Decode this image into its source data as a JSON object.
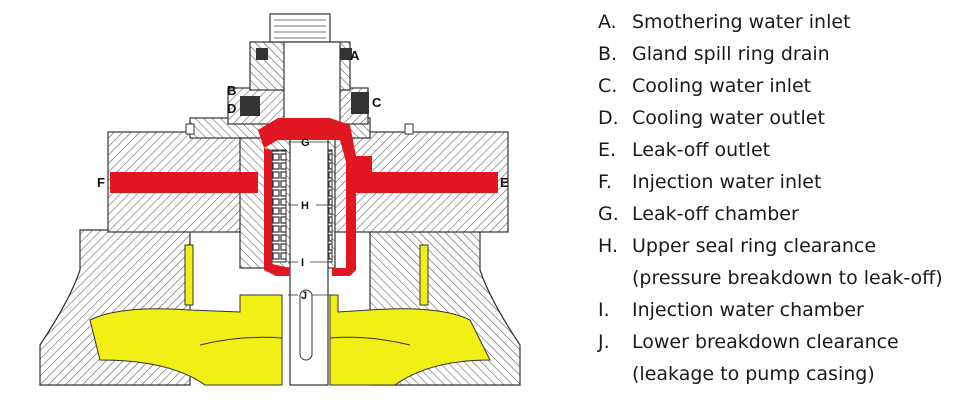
{
  "colors": {
    "highlight_red": "#e01620",
    "impeller_yellow": "#f2ef16",
    "metal_hatch": "#444444",
    "background": "#ffffff"
  },
  "diagram": {
    "labels": {
      "A": "A",
      "B": "B",
      "C": "C",
      "D": "D",
      "E": "E",
      "F": "F",
      "G": "G",
      "H": "H",
      "I": "I",
      "J": "J"
    }
  },
  "legend": {
    "items": [
      {
        "letter": "A.",
        "text": "Smothering water inlet"
      },
      {
        "letter": "B.",
        "text": "Gland spill ring drain"
      },
      {
        "letter": "C.",
        "text": "Cooling water inlet"
      },
      {
        "letter": "D.",
        "text": "Cooling water outlet"
      },
      {
        "letter": "E.",
        "text": "Leak-off outlet"
      },
      {
        "letter": "F.",
        "text": "Injection water inlet"
      },
      {
        "letter": "G.",
        "text": "Leak-off chamber"
      },
      {
        "letter": "H.",
        "text": "Upper seal ring clearance",
        "cont": "(pressure breakdown to leak-off)"
      },
      {
        "letter": "I.",
        "text": "Injection water chamber"
      },
      {
        "letter": "J.",
        "text": "Lower breakdown clearance",
        "cont": "(leakage to pump casing)"
      }
    ]
  }
}
